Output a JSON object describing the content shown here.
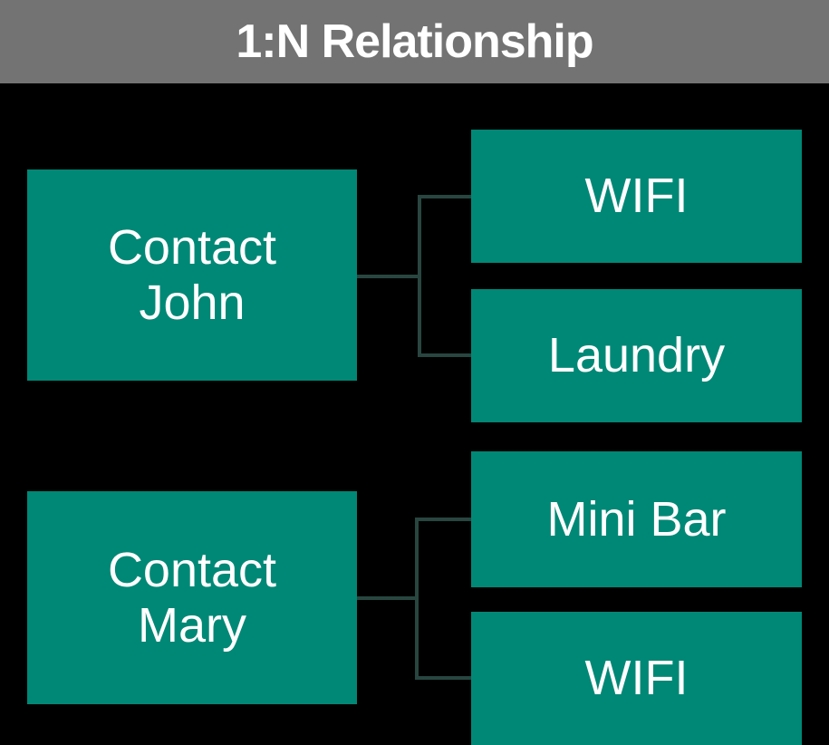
{
  "title": "1:N Relationship",
  "colors": {
    "background": "#000000",
    "header_bg": "#737373",
    "node_fill": "#008876",
    "connector_line": "#28463F",
    "text": "#FFFFFF"
  },
  "diagram": {
    "type": "one-to-many-relationship",
    "groups": [
      {
        "parent": {
          "label": "Contact John"
        },
        "children": [
          {
            "label": "WIFI"
          },
          {
            "label": "Laundry"
          }
        ]
      },
      {
        "parent": {
          "label": "Contact Mary"
        },
        "children": [
          {
            "label": "Mini Bar"
          },
          {
            "label": "WIFI"
          }
        ]
      }
    ]
  }
}
